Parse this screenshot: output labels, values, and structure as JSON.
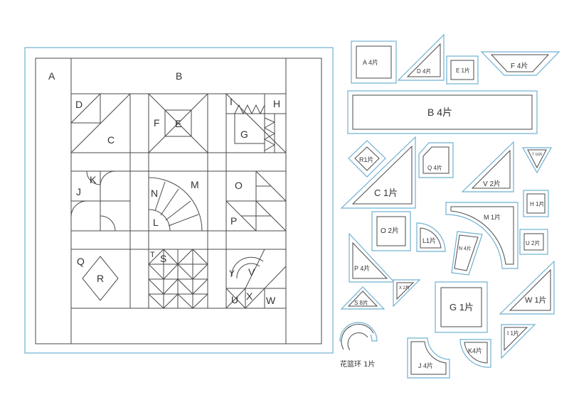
{
  "quilt_labels": {
    "A": "A",
    "B": "B",
    "C": "C",
    "D": "D",
    "E": "E",
    "F": "F",
    "G": "G",
    "H": "H",
    "I": "I",
    "J": "J",
    "K": "K",
    "L": "L",
    "M": "M",
    "N": "N",
    "O": "O",
    "P": "P",
    "Q": "Q",
    "R": "R",
    "S": "S",
    "T": "T",
    "U": "U",
    "V": "V",
    "W": "W",
    "X": "X",
    "Y": "Y"
  },
  "pieces": {
    "A": "A  4片",
    "B": "B 4片",
    "C": "C  1片",
    "D": "D 4片",
    "E": "E 1片",
    "F": "F 4片",
    "G": "G 1片",
    "H": "H 1片",
    "I": "I 1片",
    "J": "J 4片",
    "K": "K4片",
    "L": "L1片",
    "M": "M 1片",
    "N": "N 4片",
    "O": "O 2片",
    "P": "P  4片",
    "Q": "Q 4片",
    "R": "R1片",
    "S": "S 8片",
    "T": "T 16片",
    "U": "U  2片",
    "V": "V  2片",
    "W": "W  1片",
    "X": "X  2片",
    "ring": "花篮环  1片"
  }
}
